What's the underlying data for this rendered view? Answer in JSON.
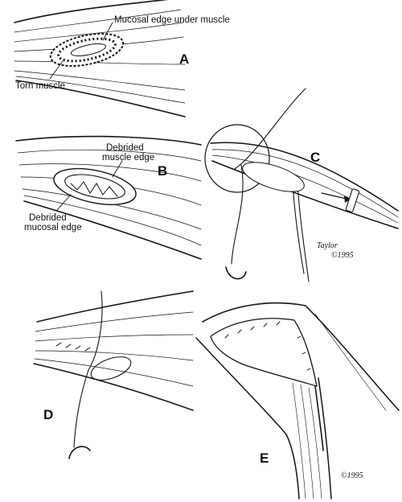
{
  "labels": {
    "a_mucosal_edge": "Mucosal edge under muscle",
    "a_torn_muscle": "Torn muscle",
    "b_muscle_edge_1": "Debrided",
    "b_muscle_edge_2": "muscle edge",
    "b_mucosal_edge_1": "Debrided",
    "b_mucosal_edge_2": "mucosal edge"
  },
  "panels": {
    "a": "A",
    "b": "B",
    "c": "C",
    "d": "D",
    "e": "E"
  },
  "signatures": {
    "c_name": "Taylor",
    "c_year": "©1995",
    "e_year": "©1995"
  },
  "colors": {
    "ink": "#141414",
    "background": "#ffffff"
  }
}
